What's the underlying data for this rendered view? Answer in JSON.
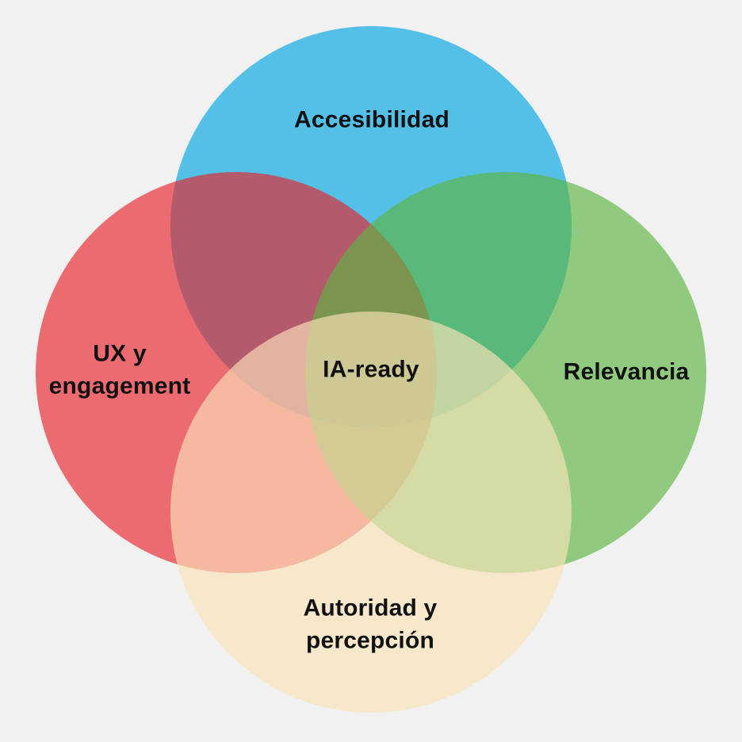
{
  "background": "#F1F1F1",
  "diagram": {
    "type": "venn-4-circles",
    "text_color": "#111111",
    "center_label": "IA-ready",
    "circles": [
      {
        "id": "top",
        "position": "top",
        "label": "Accesibilidad",
        "color": "#54C0E8",
        "opacity": 1
      },
      {
        "id": "left",
        "position": "left",
        "label": "UX y\nengagement",
        "color": "#E8232B",
        "opacity": 0.65
      },
      {
        "id": "right",
        "position": "right",
        "label": "Relevancia",
        "color": "#5CB640",
        "opacity": 0.65
      },
      {
        "id": "bottom",
        "position": "bottom",
        "label": "Autoridad y\npercepción",
        "color": "#FAE3B8",
        "opacity": 0.65
      }
    ],
    "overlap_colors": {
      "top_left": "#B45A72",
      "top_right": "#57BD82",
      "top_left_right": "#7CA558",
      "left_bottom": "#F4B9A0",
      "right_bottom": "#D6DCA3",
      "center_all": "#CCC794"
    }
  }
}
